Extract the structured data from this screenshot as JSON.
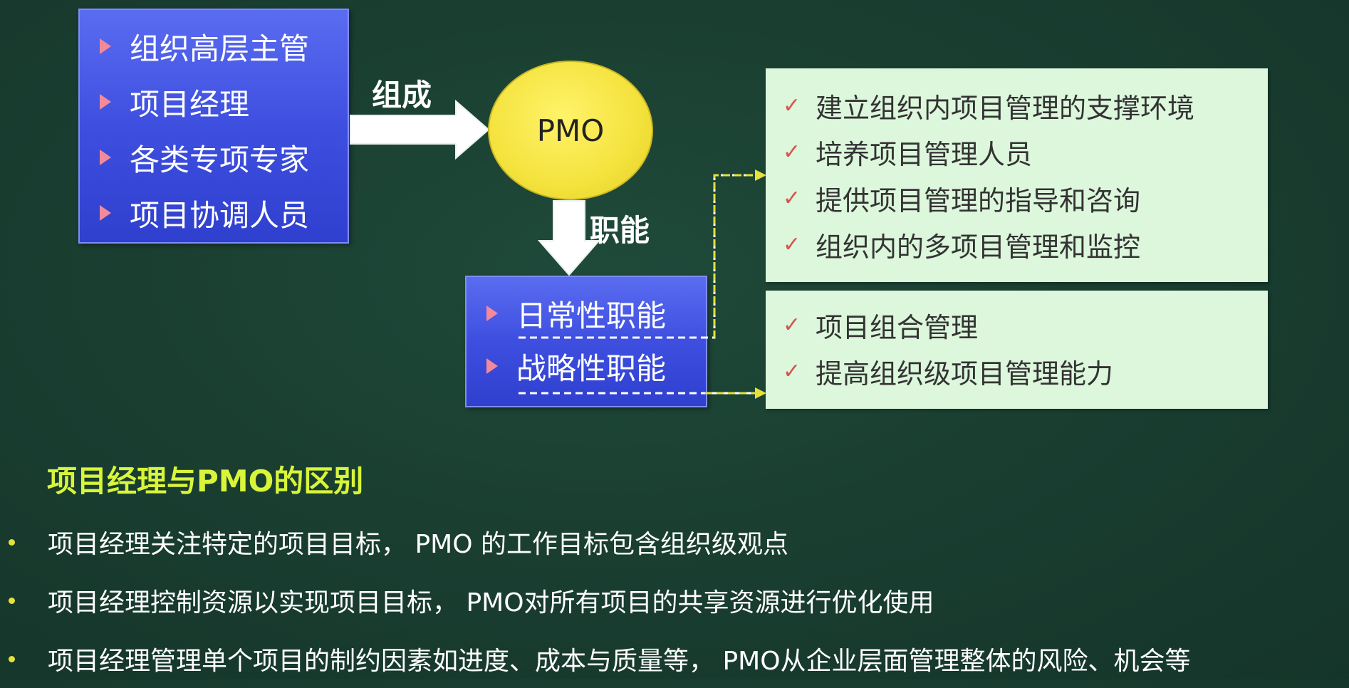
{
  "composition": {
    "members": [
      "组织高层主管",
      "项目经理",
      "各类专项专家",
      "项目协调人员"
    ],
    "arrow_label": "组成"
  },
  "pmo": {
    "label": "PMO",
    "arrow_label": "职能"
  },
  "functions": {
    "items": [
      "日常性职能",
      "战略性职能"
    ]
  },
  "routine_functions": {
    "items": [
      "建立组织内项目管理的支撑环境",
      "培养项目管理人员",
      "提供项目管理的指导和咨询",
      "组织内的多项目管理和监控"
    ]
  },
  "strategic_functions": {
    "items": [
      "项目组合管理",
      "提高组织级项目管理能力"
    ]
  },
  "difference": {
    "title": "项目经理与PMO的区别",
    "points": [
      "项目经理关注特定的项目目标， PMO 的工作目标包含组织级观点",
      "项目经理控制资源以实现项目目标， PMO对所有项目的共享资源进行优化使用",
      "项目经理管理单个项目的制约因素如进度、成本与质量等， PMO从企业层面管理整体的风险、机会等"
    ]
  },
  "colors": {
    "background": "#1a3f31",
    "blue_box": "#3e4fe0",
    "green_box": "#dcf7dc",
    "pmo_fill": "#f4e23d",
    "title_highlight": "#d9f53a",
    "check": "#d9534f",
    "dashed_connector": "#e8e03a"
  },
  "icons": {
    "bullet": "triangle-right-icon",
    "check": "check-icon",
    "arrow": "arrow-icon"
  }
}
